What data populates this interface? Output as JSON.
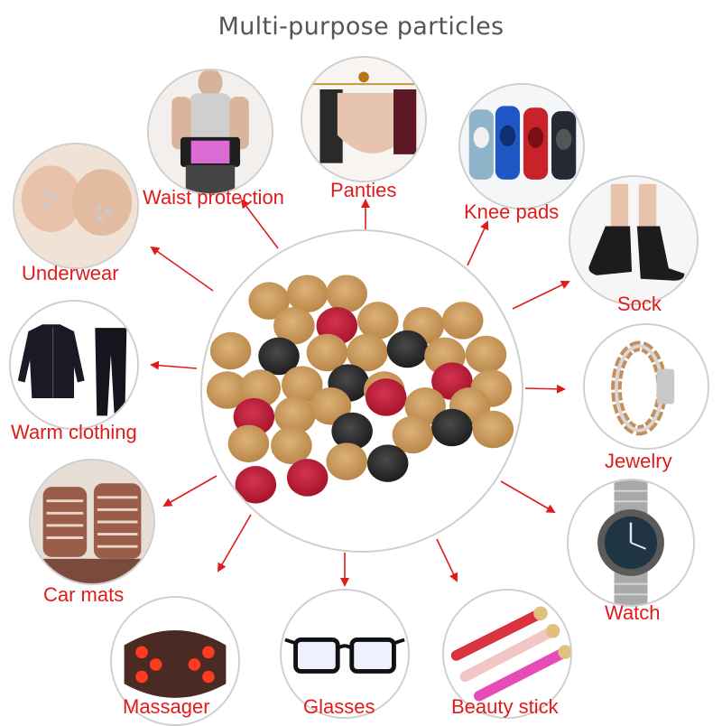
{
  "title": "Multi-purpose particles",
  "colors": {
    "label": "#e01b1b",
    "arrow": "#e01b1b",
    "tan": "#c99a5e",
    "red": "#c0203a",
    "black": "#2a2a2a"
  },
  "items": [
    {
      "id": "waist-protection",
      "label": "Waist protection",
      "icon": "waist-belt-icon"
    },
    {
      "id": "panties",
      "label": "Panties",
      "icon": "panties-icon"
    },
    {
      "id": "knee-pads",
      "label": "Knee pads",
      "icon": "knee-pads-icon"
    },
    {
      "id": "underwear",
      "label": "Underwear",
      "icon": "bra-icon"
    },
    {
      "id": "sock",
      "label": "Sock",
      "icon": "sock-icon"
    },
    {
      "id": "warm-clothing",
      "label": "Warm clothing",
      "icon": "thermal-clothing-icon"
    },
    {
      "id": "jewelry",
      "label": "Jewelry",
      "icon": "bracelet-icon"
    },
    {
      "id": "car-mats",
      "label": "Car mats",
      "icon": "car-seat-icon"
    },
    {
      "id": "watch",
      "label": "Watch",
      "icon": "watch-icon"
    },
    {
      "id": "massager",
      "label": "Massager",
      "icon": "massage-pillow-icon"
    },
    {
      "id": "glasses",
      "label": "Glasses",
      "icon": "glasses-icon"
    },
    {
      "id": "beauty-stick",
      "label": "Beauty stick",
      "icon": "beauty-stick-icon"
    }
  ]
}
